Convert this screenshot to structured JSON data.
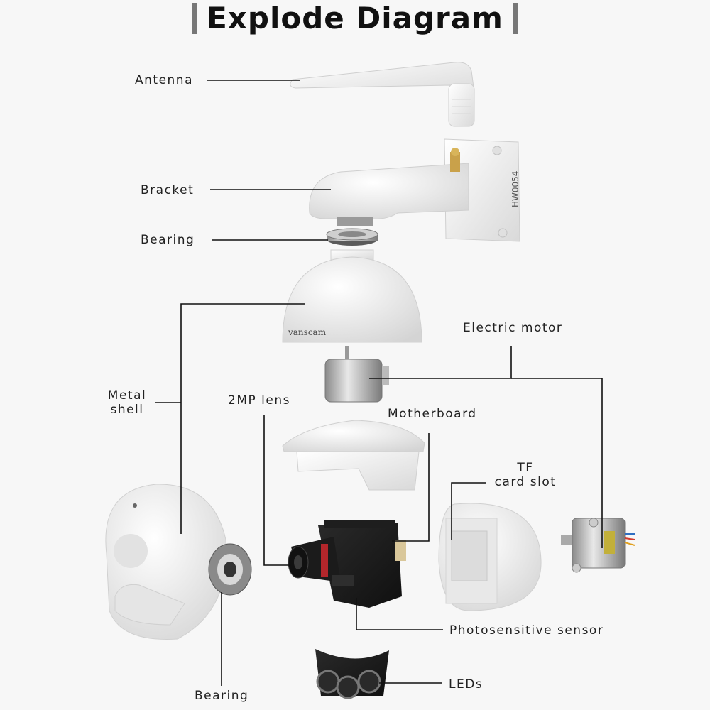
{
  "title": "Explode Diagram",
  "labels": {
    "antenna": "Antenna",
    "bracket": "Bracket",
    "bearing_top": "Bearing",
    "metal_shell_1": "Metal",
    "metal_shell_2": "shell",
    "electric_motor": "Electric motor",
    "lens": "2MP lens",
    "motherboard": "Motherboard",
    "tf_1": "TF",
    "tf_2": "card slot",
    "sensor": "Photosensitive sensor",
    "leds": "LEDs",
    "bearing_bottom": "Bearing"
  },
  "markings": {
    "brand": "vanscam",
    "model": "HW0054"
  }
}
